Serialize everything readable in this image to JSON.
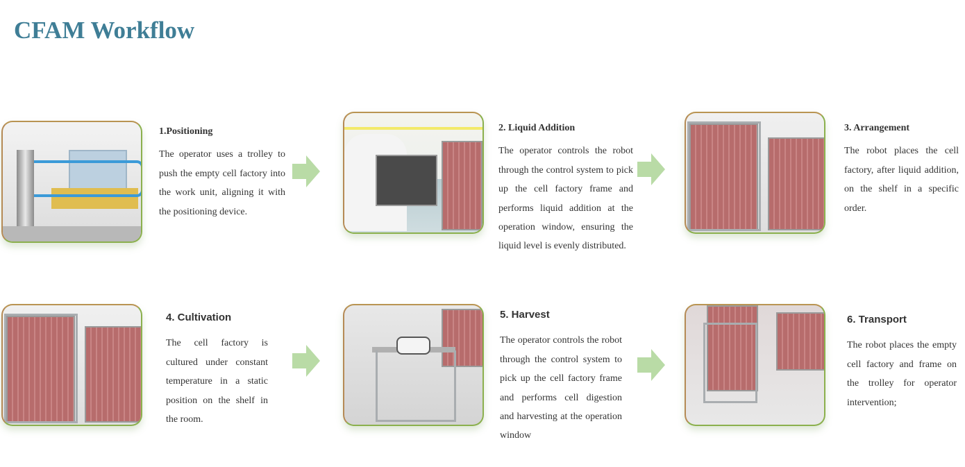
{
  "page_title": "CFAM Workflow",
  "steps": [
    {
      "title": "1.Positioning",
      "text": "The operator uses a trolley to push the empty cell factory into the work unit, aligning it with the positioning device."
    },
    {
      "title": "2. Liquid Addition",
      "text": "The operator controls the robot through the control system to pick up the cell factory frame and performs liquid addition at the operation window, ensuring the liquid level is evenly distributed."
    },
    {
      "title": "3. Arrangement",
      "text": "The robot places the cell factory, after liquid addition, on the shelf in a specific order."
    },
    {
      "title": "4. Cultivation",
      "text": "The cell factory is cultured under constant temperature in a static position on the shelf in the room."
    },
    {
      "title": "5. Harvest",
      "text": "The operator controls the robot through the control system to pick up the cell factory frame and performs cell digestion and harvesting at the operation window"
    },
    {
      "title": "6. Transport",
      "text": "The robot places the empty cell factory and frame on the trolley for operator intervention;"
    }
  ],
  "colors": {
    "title": "#3f7e96",
    "arrow": "#b9dba6",
    "border": "#8bb04d"
  }
}
